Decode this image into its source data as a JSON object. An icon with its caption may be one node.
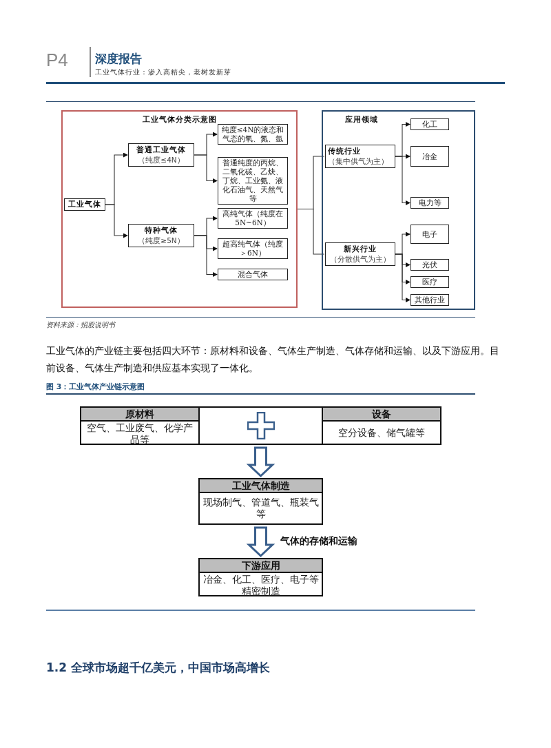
{
  "diagram": {
    "nodes": [
      {
        "text": [
          "工业气体分类示意图"
        ]
      },
      {
        "text": [
          "工业气体"
        ],
        "in": 0
      },
      {
        "text": [
          "普通工业气体",
          "（纯度≤4N）"
        ],
        "in": 0
      },
      {
        "text": [
          "特种气体",
          "（纯度≥5N）"
        ],
        "in": 0
      },
      {
        "text": [
          "纯度≤4N的液态和气态的氧、氮、氩"
        ],
        "in": 0
      },
      {
        "text": [
          "普通纯度的丙烷、二氧化碳、乙炔、丁烷、工业氨、液化石油气、天然气等"
        ],
        "in": 0
      },
      {
        "text": [
          "高纯气体（纯度在5N~6N）"
        ],
        "in": 0
      },
      {
        "text": [
          "超高纯气体（纯度＞6N）"
        ],
        "in": 0
      },
      {
        "text": [
          "混合气体"
        ],
        "in": 0
      },
      {
        "text": [
          "应用领域"
        ]
      },
      {
        "text": [
          "传统行业",
          "（集中供气为主）"
        ],
        "in": 9
      },
      {
        "text": [
          "新兴行业",
          "（分散供气为主）"
        ],
        "in": 9
      },
      {
        "text": [
          "化工"
        ],
        "in": 9
      },
      {
        "text": [
          "冶金"
        ],
        "in": 9
      },
      {
        "text": [
          "电力等"
        ],
        "in": 9
      },
      {
        "text": [
          "电子"
        ],
        "in": 9
      },
      {
        "text": [
          "光伏"
        ],
        "in": 9
      },
      {
        "text": [
          "医疗"
        ],
        "in": 9
      },
      {
        "text": [
          "其他行业"
        ],
        "in": 9
      },
      {
        "text": [
          "原材料",
          "空气、工业废气、化学产品等"
        ]
      },
      {
        "text": [],
        "shape": "box"
      },
      {
        "text": [
          "设备",
          "空分设备、储气罐等"
        ]
      },
      {
        "text": [
          "工业气体制造",
          "现场制气、管道气、瓶装气等"
        ]
      },
      {
        "text": [
          "下游应用",
          "冶金、化工、医疗、电子等精密制造"
        ]
      }
    ],
    "edges": [
      {
        "from": 1,
        "to": 2,
        "arrow": "to"
      },
      {
        "from": 1,
        "to": 3,
        "arrow": "to"
      },
      {
        "from": 2,
        "to": 4,
        "arrow": "to"
      },
      {
        "from": 2,
        "to": 5,
        "arrow": "to"
      },
      {
        "from": 3,
        "to": 6,
        "arrow": "to"
      },
      {
        "from": 3,
        "to": 7,
        "arrow": "to"
      },
      {
        "from": 3,
        "to": 8,
        "arrow": "to"
      },
      {
        "from": 0,
        "to": 10,
        "arrow": "none"
      },
      {
        "from": 0,
        "to": 11,
        "arrow": "none"
      },
      {
        "from": 10,
        "to": 12,
        "arrow": "to"
      },
      {
        "from": 10,
        "to": 13,
        "arrow": "to"
      },
      {
        "from": 10,
        "to": 14,
        "arrow": "to"
      },
      {
        "from": 11,
        "to": 15,
        "arrow": "to"
      },
      {
        "from": 11,
        "to": 16,
        "arrow": "to"
      },
      {
        "from": 11,
        "to": 17,
        "arrow": "to"
      },
      {
        "from": 11,
        "to": 18,
        "arrow": "to"
      },
      {
        "from": 20,
        "to": 22,
        "arrow": "to",
        "style": "thick",
        "color": "#3a5f8c"
      },
      {
        "from": 22,
        "to": 23,
        "arrow": "to",
        "style": "thick",
        "color": "#3a5f8c",
        "label": "气体的存储和运输"
      }
    ],
    "labels": [
      "P4",
      "深度报告",
      "工业气体行业：渗入高精尖，老树发新芽",
      "资料来源：招股说明书",
      "工业气体的产业链主要包括四大环节：原材料和设备、气体生产制造、气体存储和运输、以及下游应用。目前设备、气体生产制造和供应基本实现了一体化。",
      "图 3：工业气体产业链示意图",
      "1.2 全球市场超千亿美元，中国市场高增长"
    ]
  }
}
